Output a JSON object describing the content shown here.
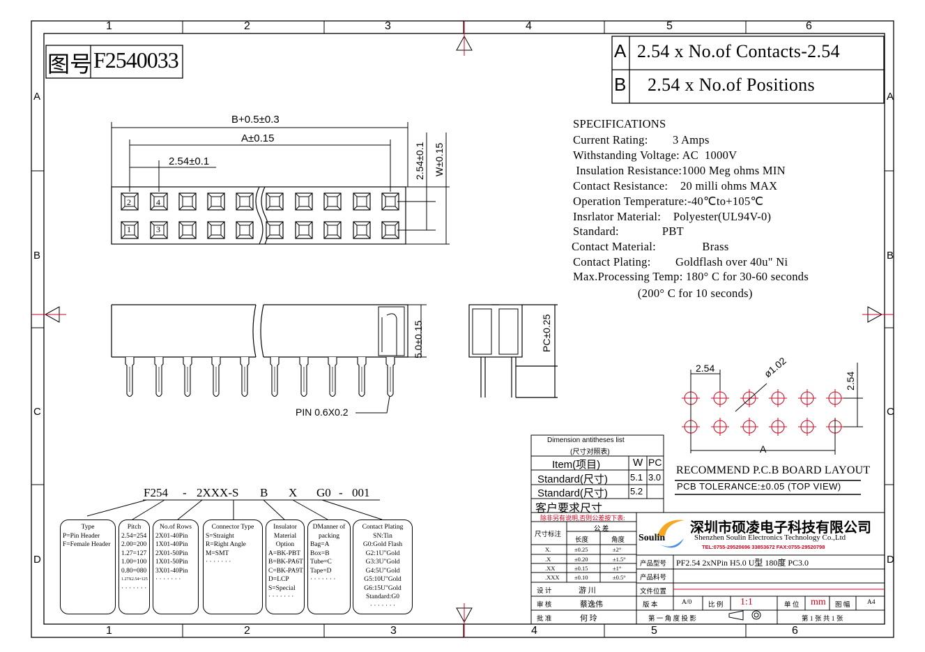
{
  "frame": {
    "columns_top": [
      "1",
      "2",
      "3",
      "4",
      "5",
      "6"
    ],
    "columns_bottom": [
      "1",
      "2",
      "3",
      "4",
      "5",
      "6"
    ],
    "rows": [
      "A",
      "B",
      "C",
      "D"
    ]
  },
  "drawing_no": {
    "label": "图号",
    "value": "F2540033"
  },
  "dimension_table": {
    "A": {
      "key": "A",
      "text": "2.54 x No.of Contacts-2.54"
    },
    "B": {
      "key": "B",
      "text": "2.54 x No.of Positions"
    }
  },
  "specs": {
    "heading": "SPECIFICATIONS",
    "lines": [
      "Current Rating:        3 Amps",
      "Withstanding Voltage: AC  1000V",
      " Insulation Resistance:1000 Meg ohms MIN",
      "Contact Resistance:    20 milli ohms MAX",
      "Operation Temperature:-40℃to+105℃",
      "Insrlator Material:    Polyester(UL94V-0)",
      "Standard:              PBT",
      "Contact Material:               Brass",
      "Contact Plating:        Goldflash over 40u\" Ni",
      "Max.Processing Temp: 180° C for 30-60 seconds",
      "                     (200° C for 10 seconds)"
    ]
  },
  "top_view": {
    "dim_b": "B+0.5±0.3",
    "dim_a": "A±0.15",
    "dim_pitch": "2.54±0.1",
    "dim_row": "2.54±0.1",
    "dim_w": "W±0.15",
    "pin_numbers": [
      "2",
      "4",
      "1",
      "3"
    ]
  },
  "side_view": {
    "dim_height": "5.0±0.15",
    "pin_label": "PIN 0.6X0.2",
    "dim_pc": "PC±0.25"
  },
  "pcb_layout": {
    "dim_pitch_x": "2.54",
    "dim_pitch_y": "2.54",
    "dim_hole": "ø1.02",
    "dim_a": "A",
    "title": "RECOMMEND P.C.B BOARD LAYOUT",
    "tolerance": "PCB TOLERANCE:±0.05 (TOP VIEW)"
  },
  "dimension_list": {
    "title": "Dimension antitheses list",
    "subtitle": "(尺寸对照表)",
    "headers": [
      "Item(项目)",
      "W",
      "PC"
    ],
    "rows": [
      [
        "Standard(尺寸)",
        "5.1",
        "3.0"
      ],
      [
        "Standard(尺寸)",
        "5.2",
        ""
      ]
    ],
    "custom": "客户要求尺寸"
  },
  "part_number": {
    "parts": [
      "F254",
      "-",
      "2XXX-S",
      "B",
      "X",
      "G0",
      "-",
      "001"
    ],
    "boxes": [
      {
        "title": "Type",
        "lines": [
          "P=Pin Header",
          "F=Female Header"
        ]
      },
      {
        "title": "Pitch",
        "lines": [
          "2.54=254",
          "2.00=200",
          "1.27=127",
          "1.00=100",
          "0.80=080",
          "1.27X2.54=125",
          "· · · · · · ·"
        ]
      },
      {
        "title": "No.of Rows",
        "lines": [
          "2X01-40Pin",
          "1X01-40Pin",
          "2X01-50Pin",
          "1X01-50Pin",
          "3X01-40Pin",
          "· · · · · · ·"
        ]
      },
      {
        "title": "Connector Type",
        "lines": [
          "S=Straight",
          "R=Right Angle",
          "M=SMT",
          "· · · · · · ·"
        ]
      },
      {
        "title": "Insulator Material Option",
        "lines": [
          "A=BK-PBT",
          "B=BK-PA6T",
          "C=BK-PA9T",
          "D=LCP",
          "S=Special",
          "· · · · · · ·"
        ]
      },
      {
        "title": "DManner of packing",
        "lines": [
          "Bag=A",
          "Box=B",
          "Tube=C",
          "Tape=D",
          "· · · · · · ·"
        ]
      },
      {
        "title": "Contact Plating",
        "lines": [
          "SN:Tin",
          "G0:Gold Flash",
          "G2:1U\"Gold",
          "G3:3U\"Gold",
          "G4:5U\"Gold",
          "G5:10U\"Gold",
          "G6:15U\"Gold",
          "Standard:G0",
          "· · · · · · ·"
        ]
      }
    ]
  },
  "title_block": {
    "note": "除非另有说明,否则公差按下表:",
    "tol_header": "公 差",
    "tol_label": "尺寸标注",
    "tol_cols": [
      "长度",
      "角度"
    ],
    "tol_rows": [
      [
        "X.",
        "±0.25",
        "±2°"
      ],
      [
        ".X",
        "±0.20",
        "±1.5°"
      ],
      [
        ".XX",
        "±0.15",
        "±1°"
      ],
      [
        ".XXX",
        "±0.10",
        "±0.5°"
      ]
    ],
    "design_label": "设 计",
    "design_name": "游 川",
    "check_label": "审 核",
    "check_name": "蔡逸伟",
    "approve_label": "批 准",
    "approve_name": "何 玲",
    "logo": "Soulin",
    "company_cn": "深圳市硕凌电子科技有限公司",
    "company_en": "Shenzhen Soulin Electronics Technology Co.,Ltd",
    "company_tel": "TEL:0755-29520696 33853672  FAX:0755-29520798",
    "model_label": "产品型号",
    "model_value": "PF2.54 2xNPin H5.0 U型 180度 PC3.0",
    "material_label": "产品料号",
    "file_label": "文件位置",
    "version_label": "版 本",
    "version_value": "A/0",
    "scale_label": "比 例",
    "scale_value": "1:1",
    "unit_label": "单 位",
    "unit_value": "mm",
    "size_label": "图 幅",
    "size_value": "A4",
    "projection": "第 一 角 度 投 影",
    "sheet": "第 1  张 共 1  张",
    "brand_color": "#d0021b"
  }
}
